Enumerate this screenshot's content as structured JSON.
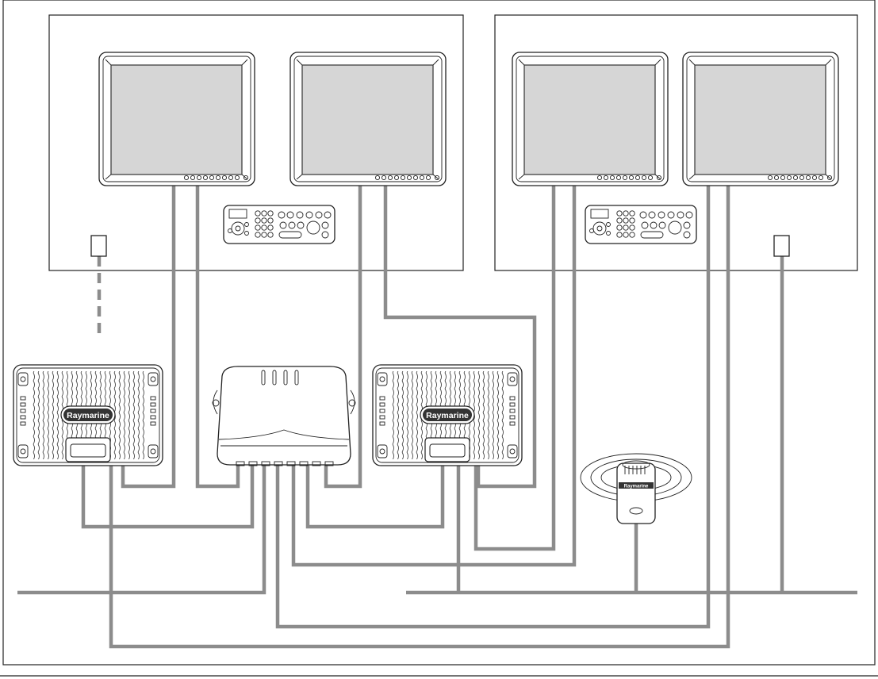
{
  "brand": {
    "name": "Raymarine"
  },
  "colors": {
    "cable": "#8c8c8c",
    "screen": "#d6d6d6",
    "outline": "#222222"
  },
  "icons": [
    "display-unit",
    "keypad-controller",
    "network-switch",
    "sonar-module",
    "transducer",
    "junction-box"
  ]
}
